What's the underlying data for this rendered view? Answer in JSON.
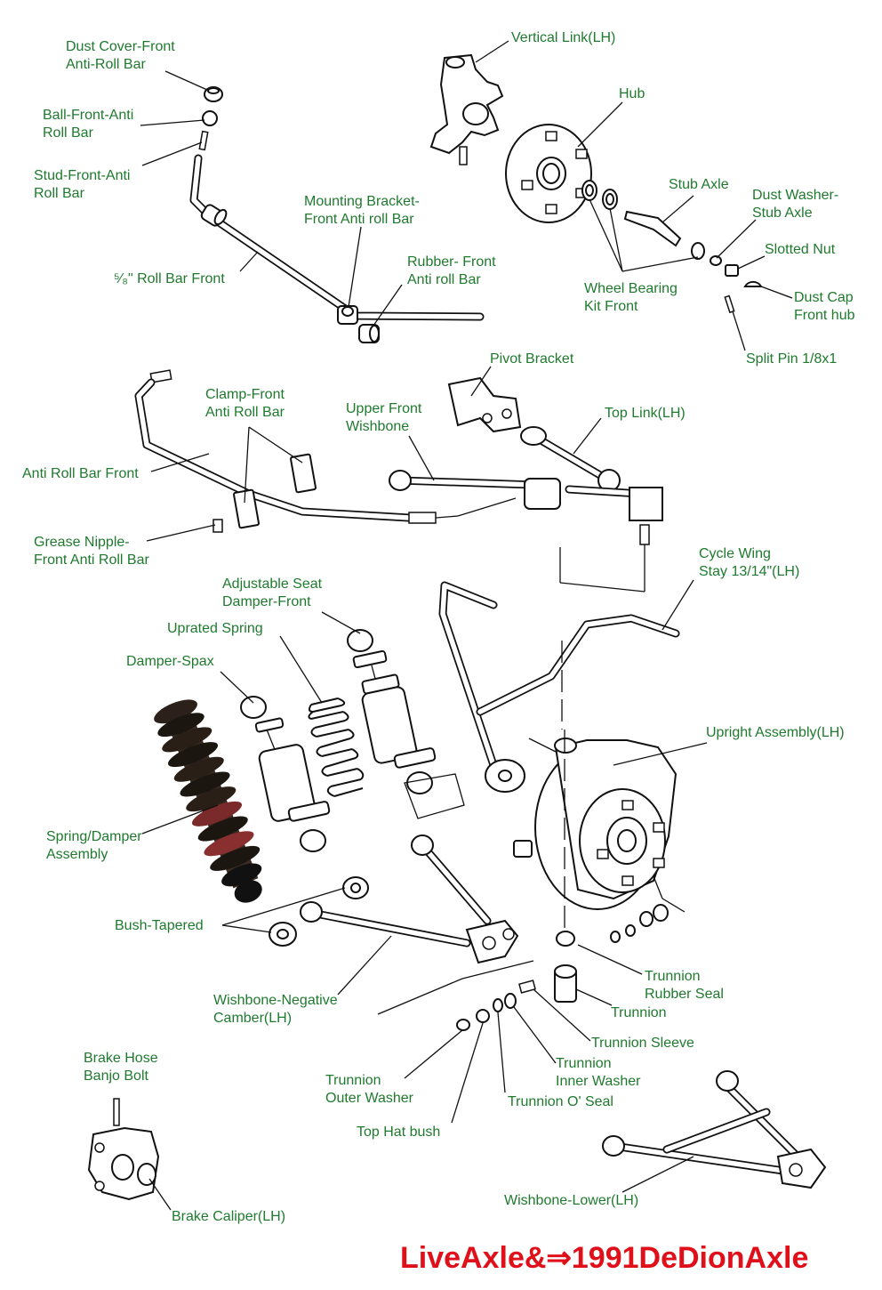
{
  "labels": {
    "dust_cover": [
      "Dust Cover-Front",
      "Anti-Roll Bar"
    ],
    "ball": [
      "Ball-Front-Anti",
      "Roll Bar"
    ],
    "stud": [
      "Stud-Front-Anti",
      "Roll Bar"
    ],
    "mounting_bracket": [
      "Mounting Bracket-",
      "Front Anti roll Bar"
    ],
    "rubber": [
      "Rubber- Front",
      "Anti roll Bar"
    ],
    "roll_bar_front": [
      "⁵⁄₈\" Roll Bar Front"
    ],
    "vertical_link": [
      "Vertical Link(LH)"
    ],
    "hub": [
      "Hub"
    ],
    "stub_axle": [
      "Stub Axle"
    ],
    "dust_washer": [
      "Dust Washer-",
      "Stub Axle"
    ],
    "slotted_nut": [
      "Slotted Nut"
    ],
    "dust_cap": [
      "Dust Cap",
      "Front hub"
    ],
    "wheel_bearing": [
      "Wheel Bearing",
      "Kit Front"
    ],
    "split_pin": [
      "Split Pin 1/8x1"
    ],
    "pivot_bracket": [
      "Pivot Bracket"
    ],
    "top_link": [
      "Top Link(LH)"
    ],
    "upper_wishbone": [
      "Upper Front",
      "Wishbone"
    ],
    "clamp": [
      "Clamp-Front",
      "Anti Roll Bar"
    ],
    "anti_roll_bar": [
      "Anti Roll Bar Front"
    ],
    "grease_nipple": [
      "Grease Nipple-",
      "Front Anti Roll Bar"
    ],
    "cycle_wing": [
      "Cycle Wing",
      "Stay 13/14\"(LH)"
    ],
    "adjustable_seat": [
      "Adjustable Seat",
      "Damper-Front"
    ],
    "uprated_spring": [
      "Uprated Spring"
    ],
    "damper_spax": [
      "Damper-Spax"
    ],
    "upright": [
      "Upright Assembly(LH)"
    ],
    "spring_damper": [
      "Spring/Damper",
      "Assembly"
    ],
    "bush_tapered": [
      "Bush-Tapered"
    ],
    "wishbone_neg": [
      "Wishbone-Negative",
      "Camber(LH)"
    ],
    "trunnion_rubber": [
      "Trunnion",
      "Rubber Seal"
    ],
    "trunnion": [
      "Trunnion"
    ],
    "trunnion_sleeve": [
      "Trunnion Sleeve"
    ],
    "trunnion_inner": [
      "Trunnion",
      "Inner Washer"
    ],
    "trunnion_outer": [
      "Trunnion",
      "Outer Washer"
    ],
    "trunnion_oseal": [
      "Trunnion O' Seal"
    ],
    "top_hat": [
      "Top Hat bush"
    ],
    "brake_hose": [
      "Brake Hose",
      "Banjo Bolt"
    ],
    "brake_caliper": [
      "Brake Caliper(LH)"
    ],
    "wishbone_lower": [
      "Wishbone-Lower(LH)"
    ]
  },
  "footer": "LiveAxle&⇒1991DeDionAxle",
  "colors": {
    "label": "#1f7a2e",
    "footer": "#e0101a",
    "line": "#111111"
  }
}
